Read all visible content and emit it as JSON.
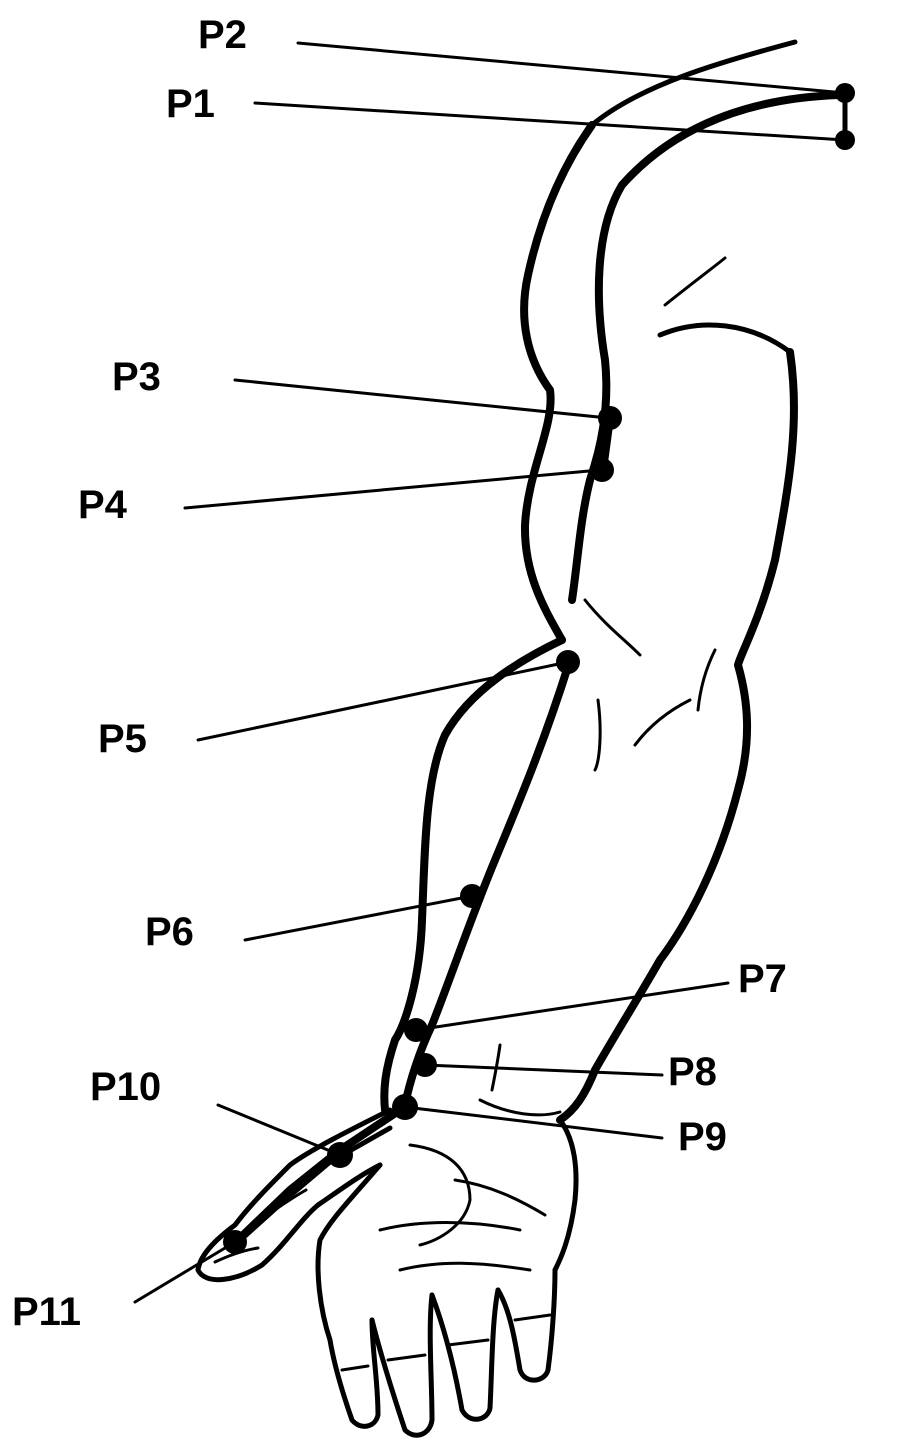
{
  "points": [
    {
      "id": "p1",
      "label": "P1"
    },
    {
      "id": "p2",
      "label": "P2"
    },
    {
      "id": "p3",
      "label": "P3"
    },
    {
      "id": "p4",
      "label": "P4"
    },
    {
      "id": "p5",
      "label": "P5"
    },
    {
      "id": "p6",
      "label": "P6"
    },
    {
      "id": "p7",
      "label": "P7"
    },
    {
      "id": "p8",
      "label": "P8"
    },
    {
      "id": "p9",
      "label": "P9"
    },
    {
      "id": "p10",
      "label": "P10"
    },
    {
      "id": "p11",
      "label": "P11"
    }
  ],
  "colors": {
    "line": "#000000",
    "background": "#ffffff"
  }
}
